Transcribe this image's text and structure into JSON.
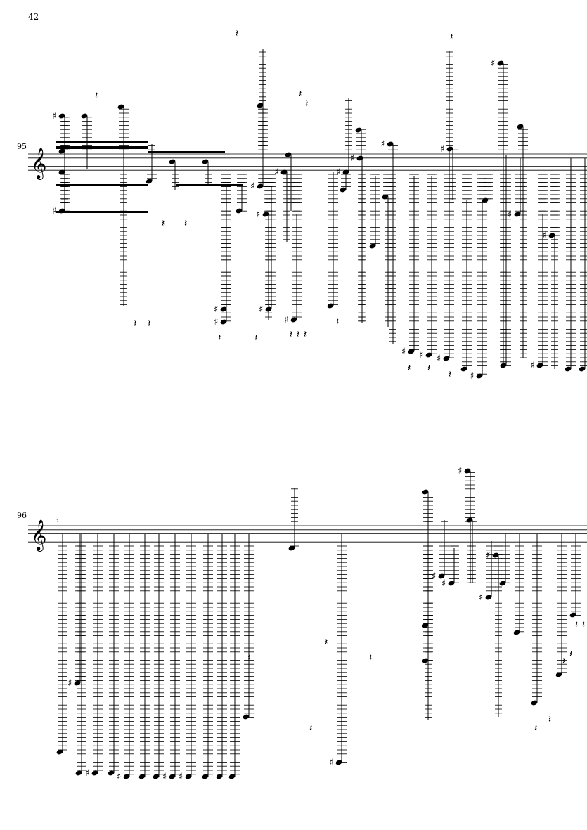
{
  "page": {
    "number": "42"
  },
  "systems": [
    {
      "measure_number": "95",
      "clef": "treble"
    },
    {
      "measure_number": "96",
      "clef": "treble"
    }
  ],
  "colors": {
    "ink": "#000000",
    "paper": "#ffffff"
  }
}
